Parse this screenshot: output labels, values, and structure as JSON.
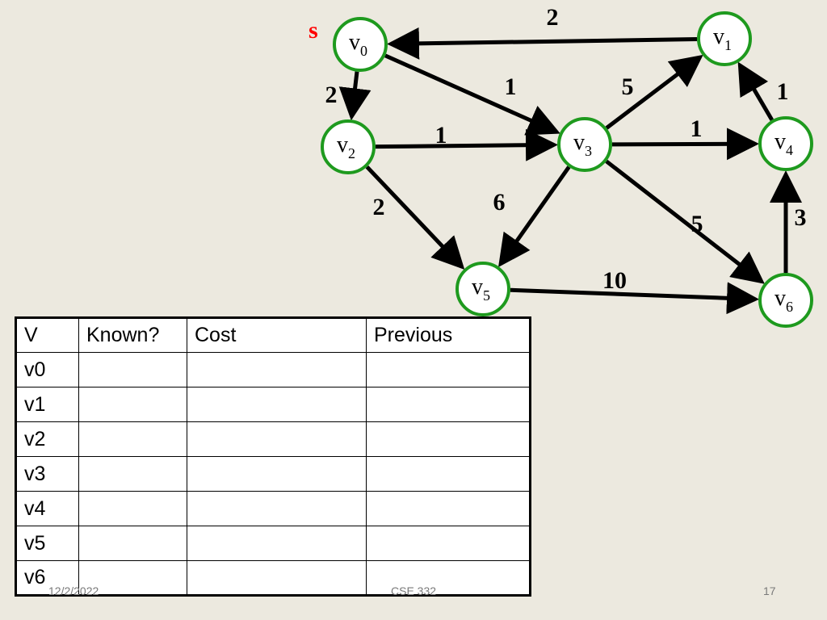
{
  "graph": {
    "source_label": "s",
    "colors": {
      "node_stroke": "#1E9A1E",
      "node_fill": "#FFFFFF",
      "edge": "#000000",
      "source": "#FF0000"
    },
    "nodes": [
      {
        "id": "v0",
        "base": "v",
        "sub": "0"
      },
      {
        "id": "v1",
        "base": "v",
        "sub": "1"
      },
      {
        "id": "v2",
        "base": "v",
        "sub": "2"
      },
      {
        "id": "v3",
        "base": "v",
        "sub": "3"
      },
      {
        "id": "v4",
        "base": "v",
        "sub": "4"
      },
      {
        "id": "v5",
        "base": "v",
        "sub": "5"
      },
      {
        "id": "v6",
        "base": "v",
        "sub": "6"
      }
    ],
    "edges": [
      {
        "from": "v1",
        "to": "v0",
        "weight": "2"
      },
      {
        "from": "v0",
        "to": "v2",
        "weight": "2"
      },
      {
        "from": "v0",
        "to": "v3",
        "weight": "1"
      },
      {
        "from": "v2",
        "to": "v3",
        "weight": "1"
      },
      {
        "from": "v3",
        "to": "v1",
        "weight": "5"
      },
      {
        "from": "v4",
        "to": "v1",
        "weight": "1"
      },
      {
        "from": "v3",
        "to": "v4",
        "weight": "1"
      },
      {
        "from": "v2",
        "to": "v5",
        "weight": "2"
      },
      {
        "from": "v3",
        "to": "v5",
        "weight": "6"
      },
      {
        "from": "v3",
        "to": "v6",
        "weight": "5"
      },
      {
        "from": "v6",
        "to": "v4",
        "weight": "3"
      },
      {
        "from": "v5",
        "to": "v6",
        "weight": "10"
      }
    ]
  },
  "table": {
    "headers": {
      "v": "V",
      "known": "Known?",
      "cost": "Cost",
      "previous": "Previous"
    },
    "rows": [
      {
        "v": "v0",
        "known": "",
        "cost": "",
        "previous": ""
      },
      {
        "v": "v1",
        "known": "",
        "cost": "",
        "previous": ""
      },
      {
        "v": "v2",
        "known": "",
        "cost": "",
        "previous": ""
      },
      {
        "v": "v3",
        "known": "",
        "cost": "",
        "previous": ""
      },
      {
        "v": "v4",
        "known": "",
        "cost": "",
        "previous": ""
      },
      {
        "v": "v5",
        "known": "",
        "cost": "",
        "previous": ""
      },
      {
        "v": "v6",
        "known": "",
        "cost": "",
        "previous": ""
      }
    ]
  },
  "footer": {
    "date": "12/2/2022",
    "course": "CSE 332",
    "page": "17"
  }
}
